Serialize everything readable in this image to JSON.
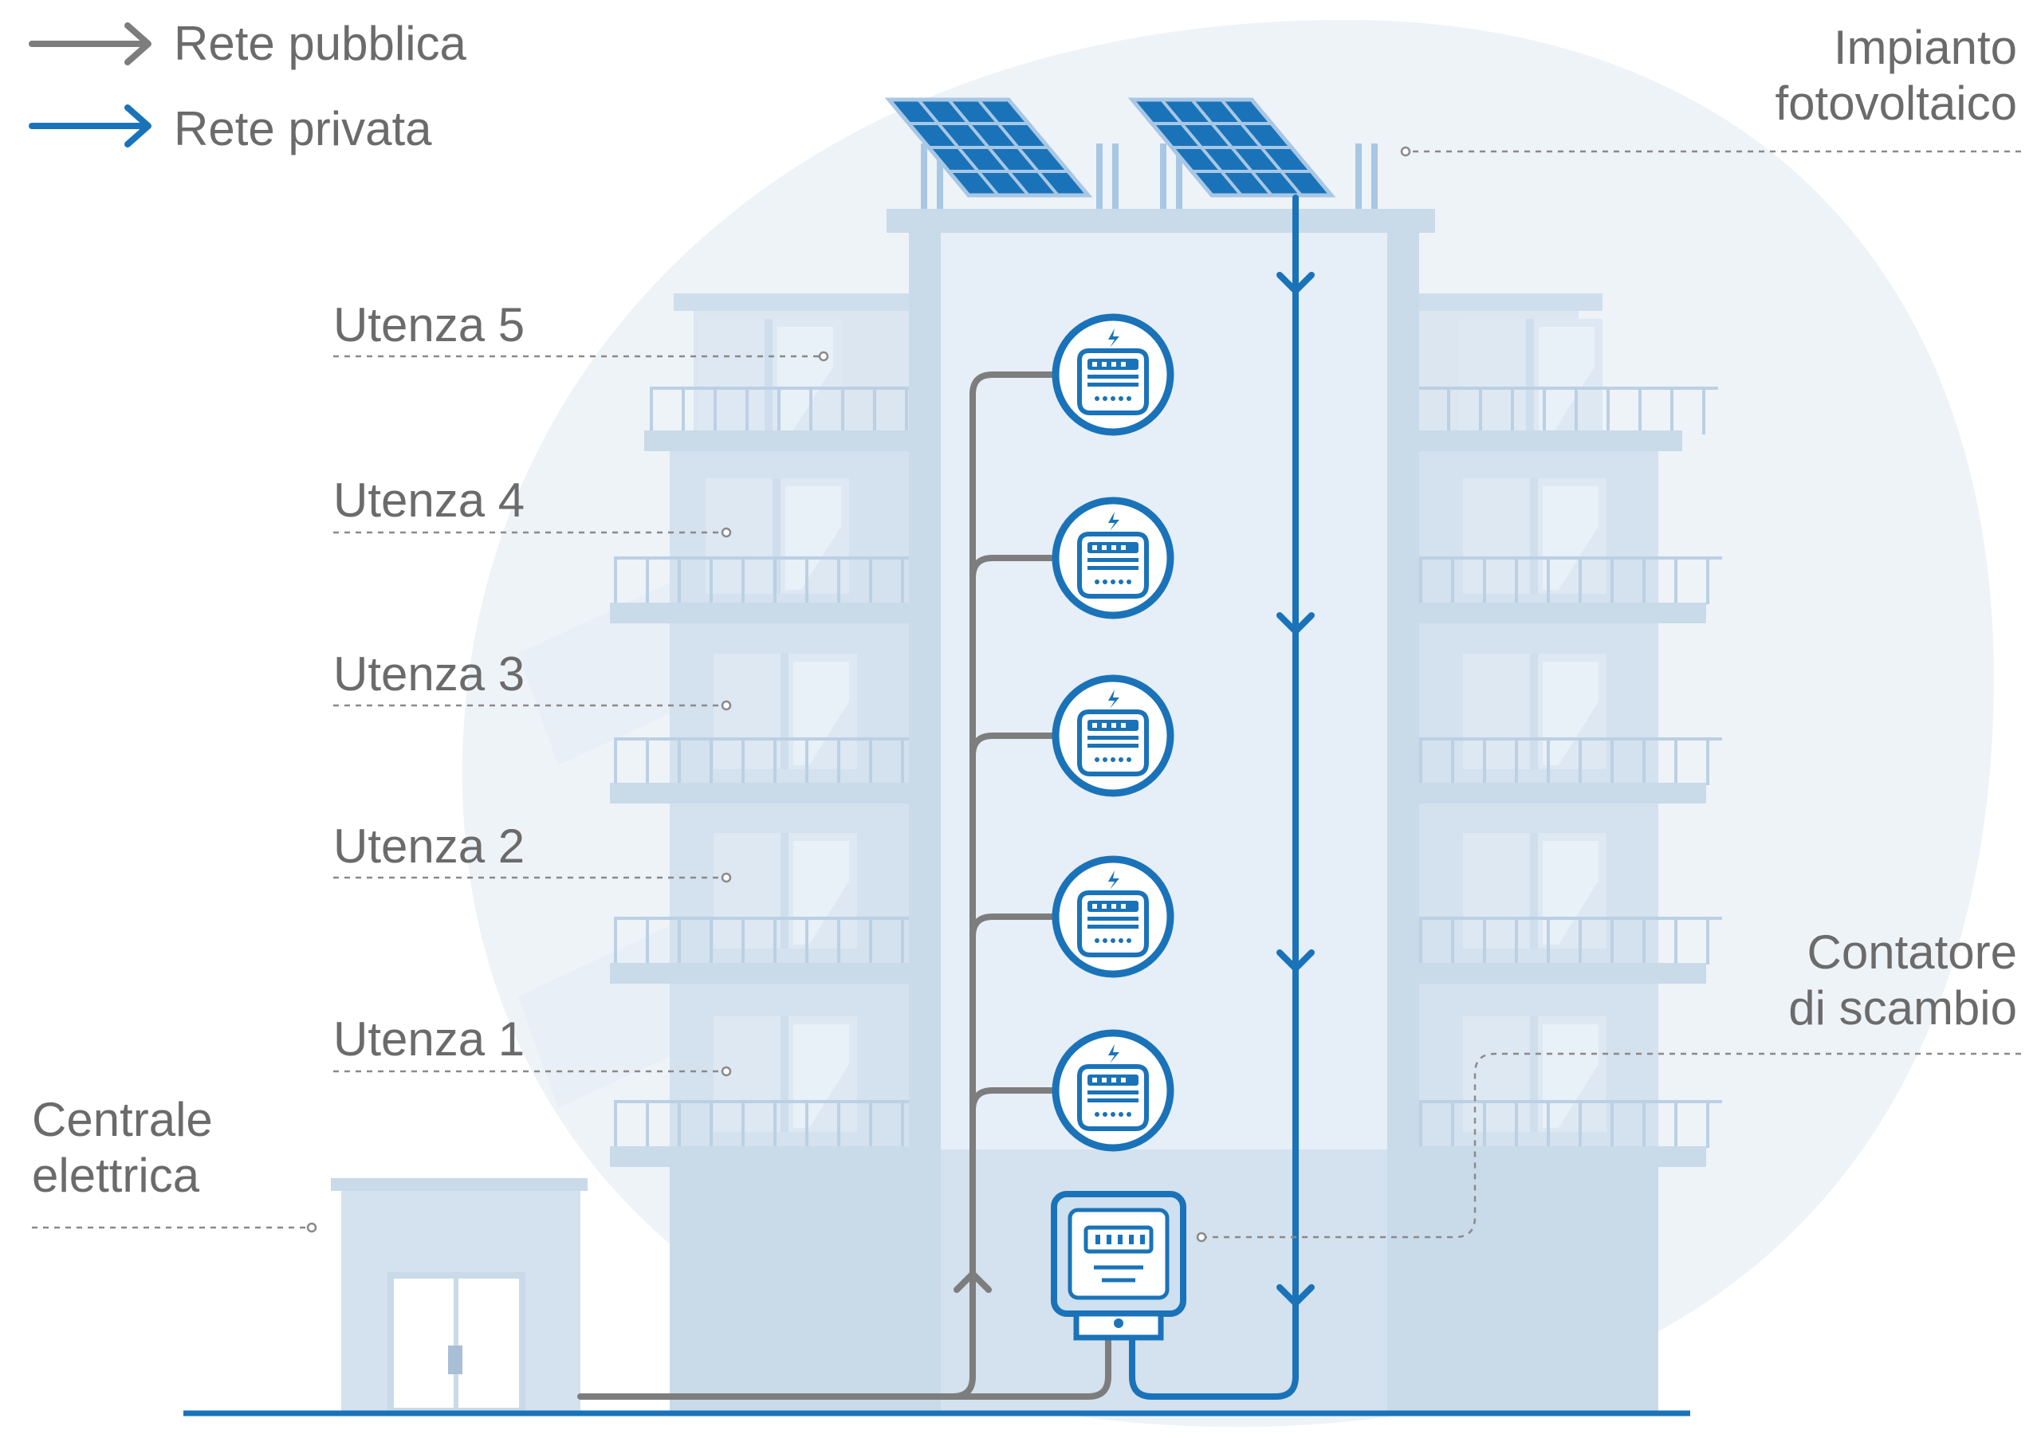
{
  "legend": {
    "public_grid": {
      "label": "Rete pubblica",
      "color": "#7d7d7d"
    },
    "private_grid": {
      "label": "Rete privata",
      "color": "#1a73b8"
    }
  },
  "labels": {
    "photovoltaic_line1": "Impianto",
    "photovoltaic_line2": "fotovoltaico",
    "unit_5": "Utenza 5",
    "unit_4": "Utenza 4",
    "unit_3": "Utenza 3",
    "unit_2": "Utenza 2",
    "unit_1": "Utenza 1",
    "exchange_meter_line1": "Contatore",
    "exchange_meter_line2": "di scambio",
    "power_plant_line1": "Centrale",
    "power_plant_line2": "elettrica"
  },
  "colors": {
    "building": "#cfdeec",
    "building_dark": "#bfd2e6",
    "background_blob": "#eef3f8",
    "panel": "#1a73b8",
    "meter_outline": "#1a73b8"
  }
}
